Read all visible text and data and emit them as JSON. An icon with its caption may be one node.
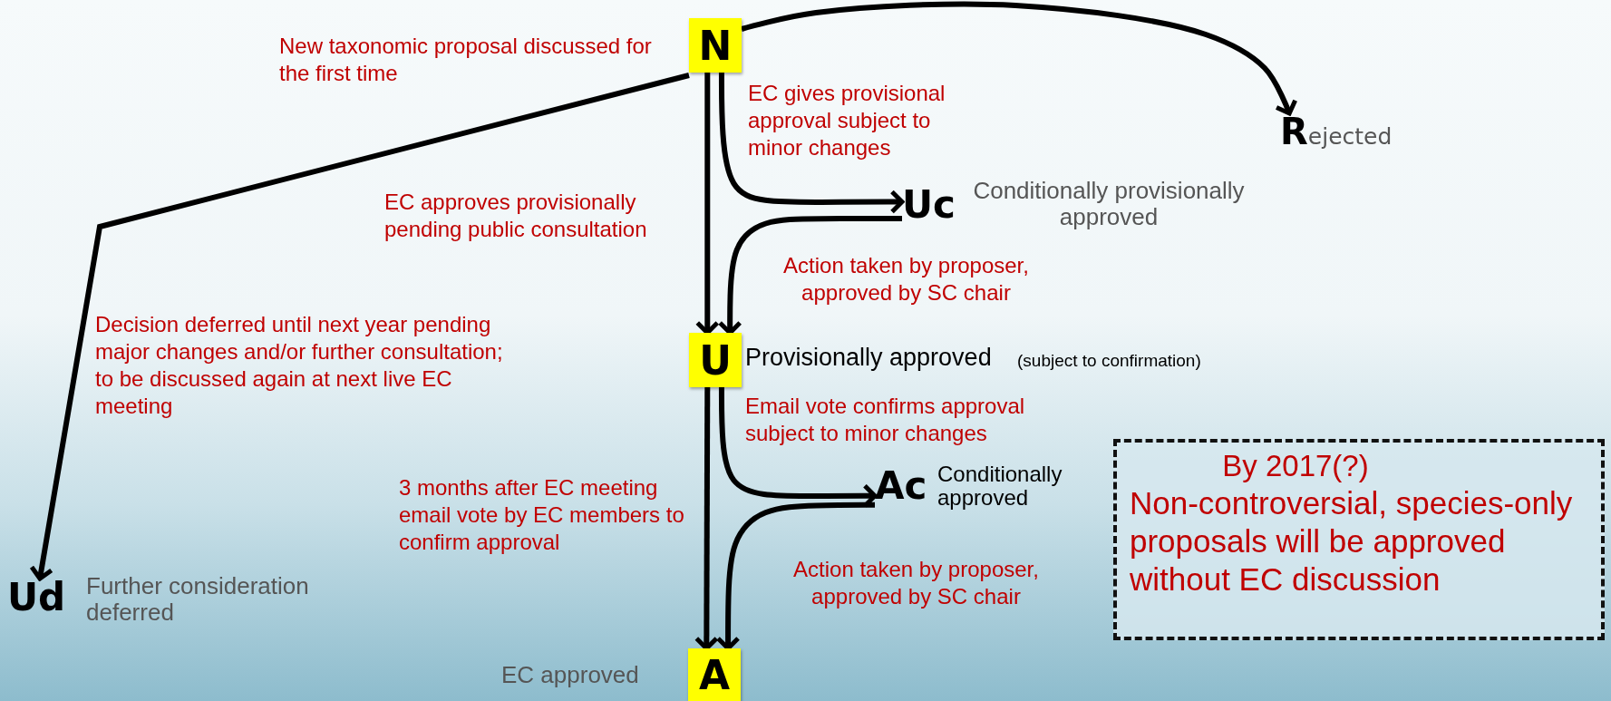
{
  "diagram": {
    "nodes": [
      {
        "text": [
          "N"
        ],
        "beside": [
          "New taxonomic proposal discussed for the first time"
        ]
      },
      {
        "text": [
          "**R**ejected"
        ]
      },
      {
        "text": [
          "Uc"
        ],
        "beside": [
          "Conditionally provisionally approved"
        ]
      },
      {
        "text": [
          "U"
        ],
        "beside": [
          "Provisionally approved",
          "(subject to confirmation)"
        ]
      },
      {
        "text": [
          "Ac"
        ],
        "beside": [
          "Conditionally approved"
        ]
      },
      {
        "text": [
          "A"
        ],
        "beside": [
          "EC approved"
        ]
      },
      {
        "text": [
          "Ud"
        ],
        "beside": [
          "Further consideration deferred"
        ]
      },
      {
        "text": [
          "By 2017(?)",
          "Non-controversial, species-only proposals will be approved without EC discussion"
        ]
      }
    ],
    "edges": [
      {
        "from": 0,
        "to": 1,
        "arrow": "to"
      },
      {
        "from": 0,
        "to": 6,
        "arrow": "to",
        "label": "Decision deferred until next year pending major changes and/or further consultation; to be discussed again at next live EC meeting"
      },
      {
        "from": 0,
        "to": 3,
        "arrow": "to",
        "label": "EC approves provisionally pending public consultation"
      },
      {
        "from": 0,
        "to": 2,
        "arrow": "to",
        "label": "EC gives provisional approval subject to minor changes"
      },
      {
        "from": 2,
        "to": 3,
        "arrow": "to",
        "label": "Action taken by proposer, approved by SC chair"
      },
      {
        "from": 3,
        "to": 5,
        "arrow": "to",
        "label": "3 months after EC meeting email vote by EC members to confirm approval"
      },
      {
        "from": 3,
        "to": 4,
        "arrow": "to",
        "label": "Email vote confirms approval subject to minor changes"
      },
      {
        "from": 4,
        "to": 5,
        "arrow": "to",
        "label": "Action taken by proposer, approved by SC chair"
      }
    ]
  }
}
